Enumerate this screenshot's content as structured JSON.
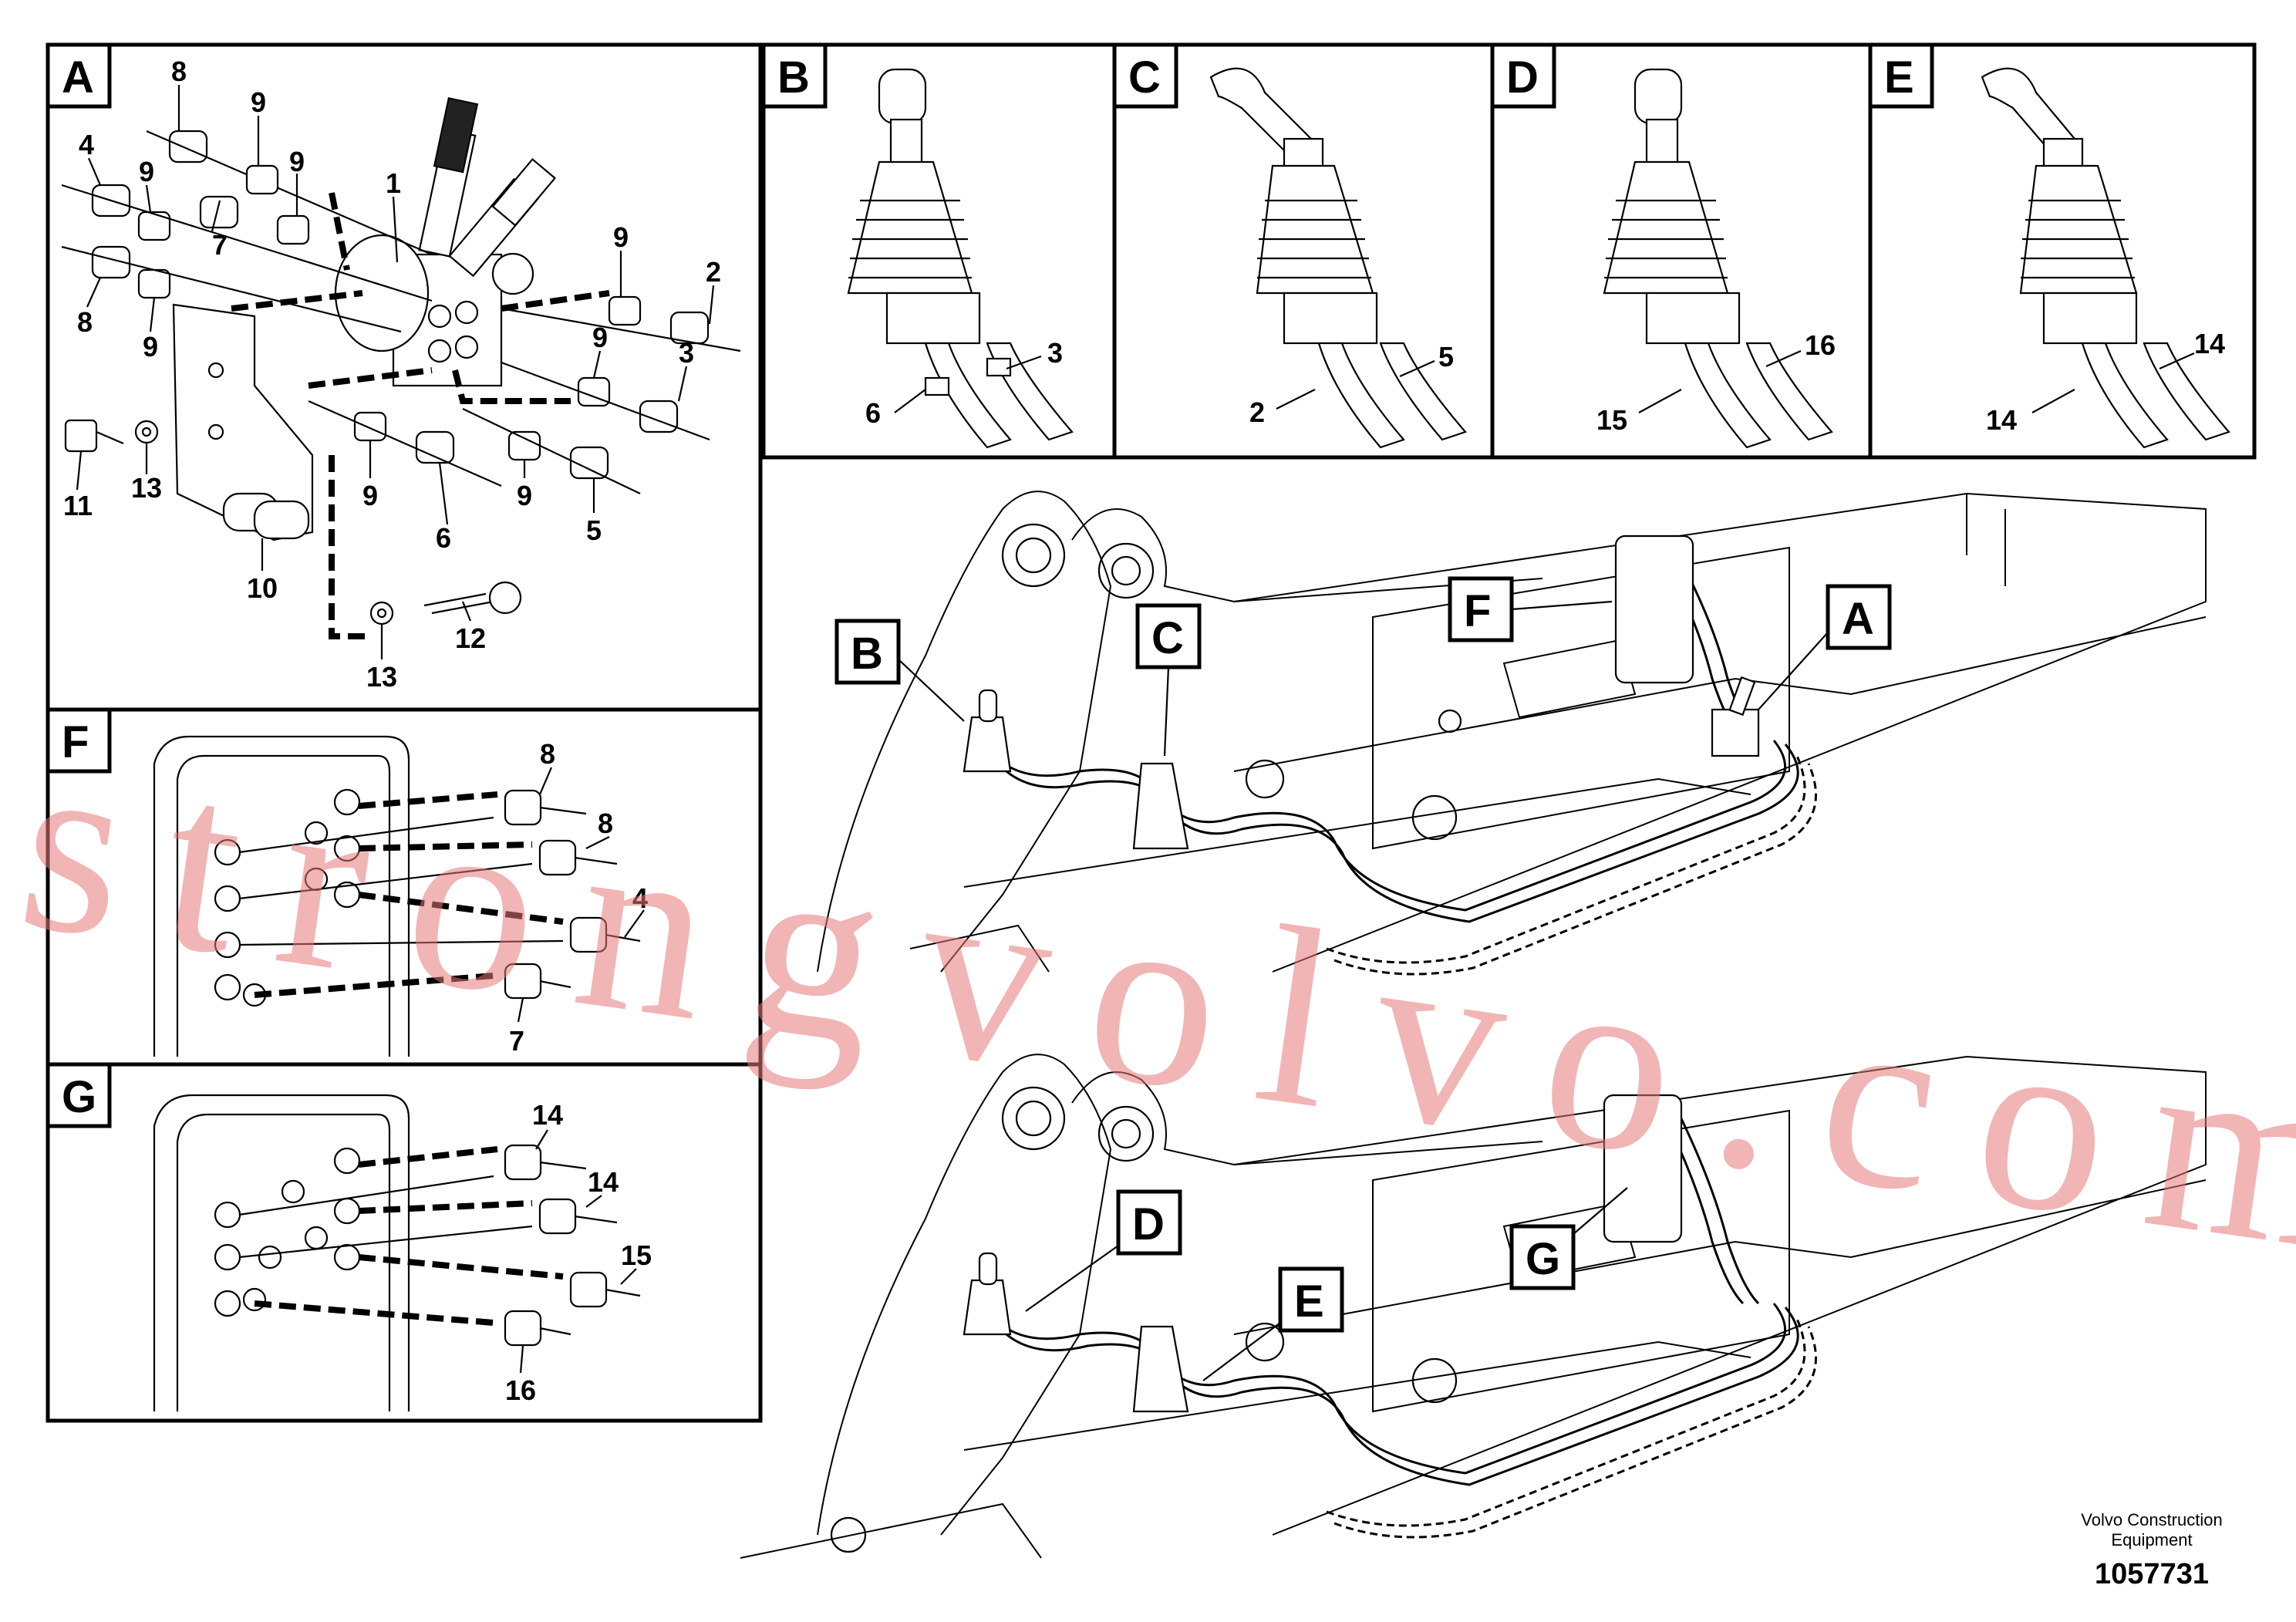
{
  "panels": {
    "A": {
      "label": "A",
      "callouts": [
        "8",
        "9",
        "9",
        "4",
        "9",
        "1",
        "9",
        "2",
        "7",
        "9",
        "3",
        "8",
        "9",
        "6",
        "9",
        "5",
        "13",
        "11",
        "10",
        "12",
        "13"
      ]
    },
    "B": {
      "label": "B",
      "callouts": [
        "3",
        "6"
      ]
    },
    "C": {
      "label": "C",
      "callouts": [
        "5",
        "2"
      ]
    },
    "D": {
      "label": "D",
      "callouts": [
        "16",
        "15"
      ]
    },
    "E": {
      "label": "E",
      "callouts": [
        "14",
        "14"
      ]
    },
    "F": {
      "label": "F",
      "callouts": [
        "8",
        "8",
        "4",
        "7"
      ]
    },
    "G": {
      "label": "G",
      "callouts": [
        "14",
        "14",
        "15",
        "16"
      ]
    }
  },
  "overview_labels": {
    "upper": [
      "B",
      "C",
      "F",
      "A"
    ],
    "lower": [
      "D",
      "E",
      "G"
    ]
  },
  "watermark": "strongvolvo.com",
  "credit_line1": "Volvo Construction",
  "credit_line2": "Equipment",
  "doc_number": "1057731",
  "colors": {
    "line": "#000000",
    "watermark": "#e67878",
    "background": "#ffffff"
  }
}
